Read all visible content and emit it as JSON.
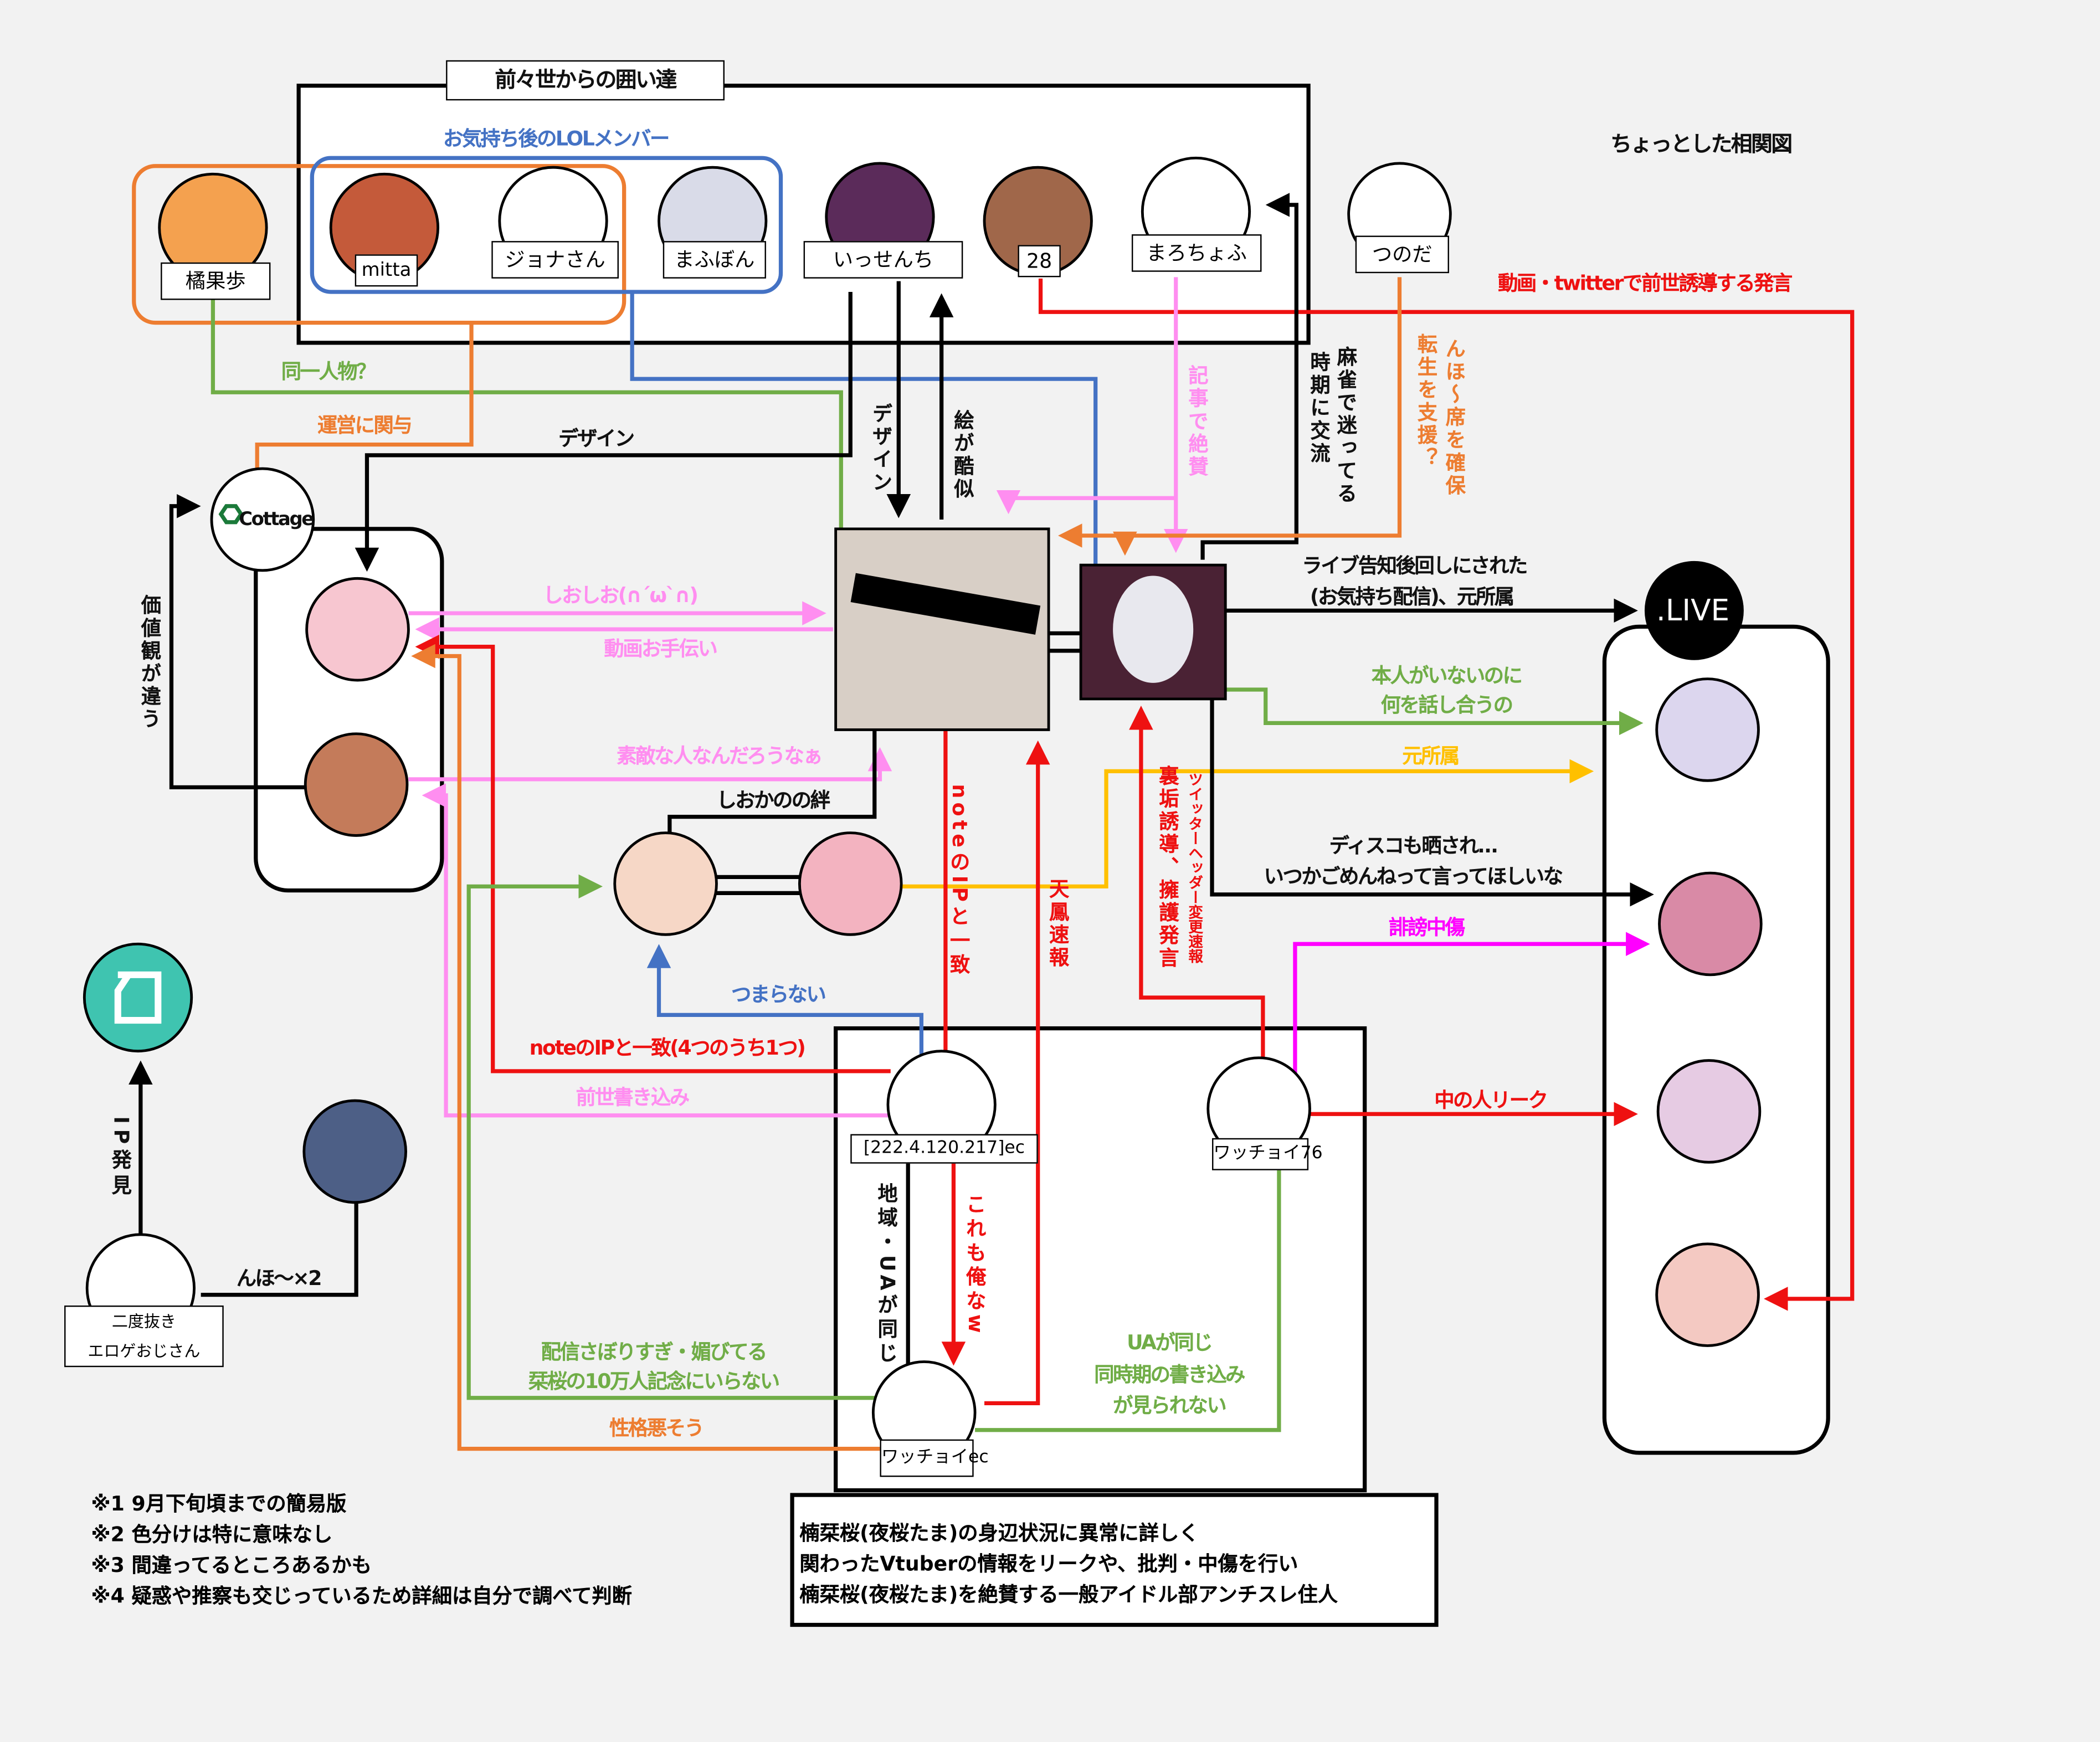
{
  "title": "ちょっとした相関図",
  "group_title": "前々世からの囲い達",
  "lol_group_label": "お気持ち後のLOLメンバー",
  "nodes": {
    "tachibana": "橘果歩",
    "mitta": "mitta",
    "jona": "ジョナさん",
    "mafubon": "まふぼん",
    "issenchi": "いっせんち",
    "n28": "28",
    "marochofu": "まろちょふ",
    "tsunoda": "つのだ",
    "cottage": "Cottage",
    "live": ".LIVE",
    "ninja_ip": "[222.4.120.217]ec",
    "watchoi76": "ワッチョイ76",
    "watchoiec": "ワッチョイec",
    "ojisan_line1": "二度抜き",
    "ojisan_line2": "エロゲおじさん"
  },
  "edges": {
    "douga_twitter": "動画・twitterで前世誘導する発言",
    "douitsu": "同一人物？",
    "unei": "運営に関与",
    "design_h": "デザイン",
    "design_v": "デザイン",
    "e_ga_kokuji": "絵が酷似",
    "kiji": "記事で絶賛",
    "mahjong_1": "麻雀で迷ってる",
    "mahjong_2": "時期に交流",
    "nho_seki": "んほ〜席を確保",
    "tensei": "転生を支援？",
    "live_1": "ライブ告知後回しにされた",
    "live_2": "(お気持ち配信)、元所属",
    "honnin_1": "本人がいないのに",
    "honnin_2": "何を話し合うの",
    "moto_shozoku": "元所属",
    "disco_1": "ディスコも晒され…",
    "disco_2": "いつかごめんねって言ってほしいな",
    "hibou": "誹謗中傷",
    "naka_leak": "中の人リーク",
    "uraaka": "裏垢誘導、擁護発言",
    "header": "ツイッターヘッダー変更速報",
    "note_ip_v": "noteのIPと一致",
    "tenhou": "天鳳速報",
    "shioshio": "しおしお(∩´ω`∩)",
    "douga_tetsudai": "動画お手伝い",
    "suteki": "素敵な人なんだろうなぁ",
    "zense": "前世書き込み",
    "note_ip_h": "noteのIPと一致(4つのうち1つ)",
    "seikaku": "性格悪そう",
    "haishin_1": "配信さぼりすぎ・媚びてる",
    "haishin_2": "栞桜の10万人記念にいらない",
    "tsumaranai": "つまらない",
    "kizuna": "しおかのの絆",
    "kachikan": "価値観が違う",
    "chiiki": "地域・UAが同じ",
    "koremo": "これも俺なw",
    "ua_1": "UAが同じ",
    "ua_2": "同時期の書き込み",
    "ua_3": "が見られない",
    "ip_hakken": "IP発見",
    "nho_x2": "んほ〜×2"
  },
  "notes": [
    "※1  9月下旬頃までの簡易版",
    "※2  色分けは特に意味なし",
    "※3  間違ってるところあるかも",
    "※4  疑惑や推察も交じっているため詳細は自分で調べて判断"
  ],
  "description": [
    "楠栞桜(夜桜たま)の身辺状況に異常に詳しく",
    "関わったVtuberの情報をリークや、批判・中傷を行い",
    "楠栞桜(夜桜たま)を絶賛する一般アイドル部アンチスレ住人"
  ],
  "colors": {
    "red": "#ee1111",
    "green": "#70ad47",
    "orange": "#ed7d31",
    "blue": "#4472c4",
    "pink": "#ff8ef0",
    "yellow": "#ffc000",
    "magenta": "#ff00ff",
    "teal": "#3fc4b0"
  }
}
